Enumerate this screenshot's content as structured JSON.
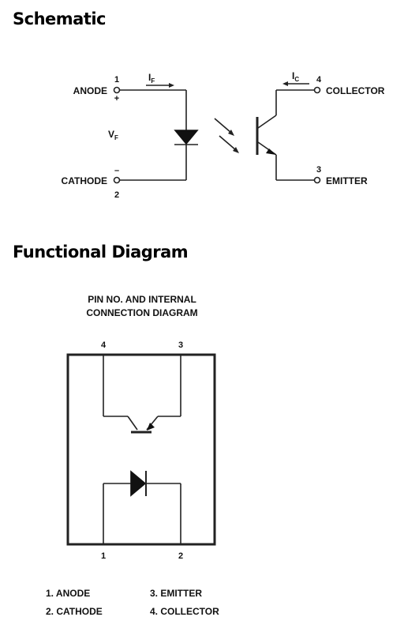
{
  "schematic": {
    "title": "Schematic",
    "labels": {
      "anode": "ANODE",
      "cathode": "CATHODE",
      "collector": "COLLECTOR",
      "emitter": "EMITTER",
      "vf_main": "V",
      "vf_sub": "F",
      "if_main": "I",
      "if_sub": "F",
      "ic_main": "I",
      "ic_sub": "C",
      "plus": "+",
      "minus": "–"
    },
    "pins": {
      "anode": "1",
      "cathode": "2",
      "collector": "4",
      "emitter": "3"
    }
  },
  "functional": {
    "title": "Functional Diagram",
    "caption_line1": "PIN NO. AND INTERNAL",
    "caption_line2": "CONNECTION DIAGRAM",
    "pins": {
      "top_left": "4",
      "top_right": "3",
      "bottom_left": "1",
      "bottom_right": "2"
    },
    "legend": [
      "1. ANODE",
      "2. CATHODE",
      "3. EMITTER",
      "4. COLLECTOR"
    ]
  }
}
